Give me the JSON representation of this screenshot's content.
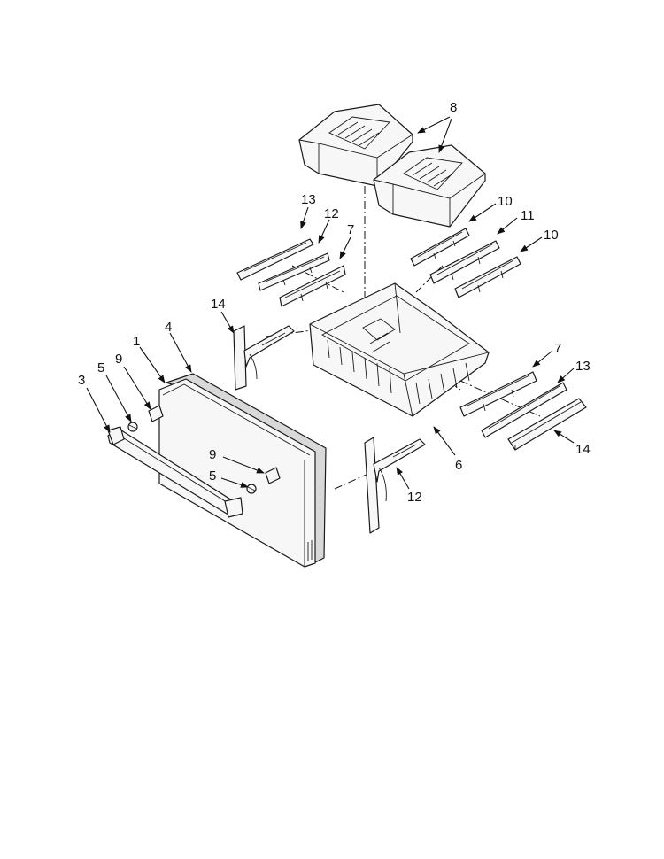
{
  "callouts": [
    {
      "id": "c1",
      "text": "1"
    },
    {
      "id": "c3",
      "text": "3"
    },
    {
      "id": "c4",
      "text": "4"
    },
    {
      "id": "c5a",
      "text": "5"
    },
    {
      "id": "c5b",
      "text": "5"
    },
    {
      "id": "c6",
      "text": "6"
    },
    {
      "id": "c7a",
      "text": "7"
    },
    {
      "id": "c7b",
      "text": "7"
    },
    {
      "id": "c8",
      "text": "8"
    },
    {
      "id": "c9a",
      "text": "9"
    },
    {
      "id": "c9b",
      "text": "9"
    },
    {
      "id": "c10a",
      "text": "10"
    },
    {
      "id": "c10b",
      "text": "10"
    },
    {
      "id": "c11",
      "text": "11"
    },
    {
      "id": "c12a",
      "text": "12"
    },
    {
      "id": "c12b",
      "text": "12"
    },
    {
      "id": "c13a",
      "text": "13"
    },
    {
      "id": "c13b",
      "text": "13"
    },
    {
      "id": "c14a",
      "text": "14"
    },
    {
      "id": "c14b",
      "text": "14"
    }
  ]
}
